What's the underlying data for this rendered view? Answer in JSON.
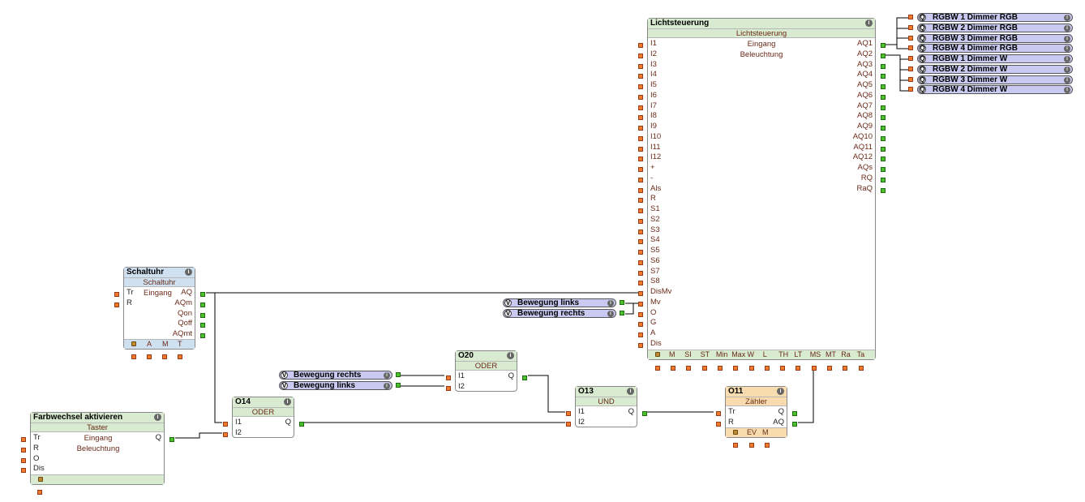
{
  "lichtsteuerung": {
    "title": "Lichtsteuerung",
    "subtitle": "Lichtsteuerung",
    "desc1": "Eingang",
    "desc2": "Beleuchtung",
    "inputs": [
      "I1",
      "I2",
      "I3",
      "I4",
      "I5",
      "I6",
      "I7",
      "I8",
      "I9",
      "I10",
      "I11",
      "I12",
      "+",
      "-",
      "Als",
      "R",
      "S1",
      "S2",
      "S3",
      "S4",
      "S5",
      "S6",
      "S7",
      "S8",
      "DisMv",
      "Mv",
      "O",
      "G",
      "A",
      "Dis"
    ],
    "outputs": [
      "AQ1",
      "AQ2",
      "AQ3",
      "AQ4",
      "AQ5",
      "AQ6",
      "AQ7",
      "AQ8",
      "AQ9",
      "AQ10",
      "AQ11",
      "AQ12",
      "AQs",
      "RQ",
      "RaQ"
    ],
    "footer": [
      "M",
      "SI",
      "ST",
      "Min",
      "Max",
      "W",
      "L",
      "TH",
      "LT",
      "MS",
      "MT",
      "Ra",
      "Ta"
    ]
  },
  "outputs_list": [
    "RGBW 1 Dimmer RGB",
    "RGBW 2 Dimmer RGB",
    "RGBW 3 Dimmer RGB",
    "RGBW 4 Dimmer RGB",
    "RGBW 1 Dimmer W",
    "RGBW 2 Dimmer W",
    "RGBW 3 Dimmer W",
    "RGBW 4 Dimmer W"
  ],
  "output_letter": "Q",
  "var_letter": "V",
  "schaltuhr": {
    "title": "Schaltuhr",
    "subtitle": "Schaltuhr",
    "desc": "Eingang",
    "inputs": [
      "Tr",
      "R"
    ],
    "outputs": [
      "AQ",
      "AQm",
      "Qon",
      "Qoff",
      "AQmt"
    ],
    "footer": [
      "A",
      "M",
      "T"
    ]
  },
  "bewegung_top": [
    "Bewegung links",
    "Bewegung rechts"
  ],
  "bewegung_mid": [
    "Bewegung rechts",
    "Bewegung links"
  ],
  "o20": {
    "title": "O20",
    "subtitle": "ODER",
    "inputs": [
      "I1",
      "I2"
    ],
    "output": "Q"
  },
  "o14": {
    "title": "O14",
    "subtitle": "ODER",
    "inputs": [
      "I1",
      "I2"
    ],
    "output": "Q"
  },
  "o13": {
    "title": "O13",
    "subtitle": "UND",
    "inputs": [
      "I1",
      "I2"
    ],
    "output": "Q"
  },
  "o11": {
    "title": "O11",
    "subtitle": "Zähler",
    "inputs": [
      "Tr",
      "R"
    ],
    "outputs": [
      "Q",
      "AQ"
    ],
    "footer": [
      "EV",
      "M"
    ]
  },
  "farbwechsel": {
    "title": "Farbwechsel aktivieren",
    "subtitle": "Taster",
    "desc1": "Eingang",
    "desc2": "Beleuchtung",
    "inputs": [
      "Tr",
      "R",
      "O",
      "Dis"
    ],
    "output": "Q"
  },
  "colors": {
    "wire": "#000000",
    "header_green": "#d8ead0",
    "header_blue": "#cfe0f0",
    "header_orange": "#f8dcb0",
    "pill": "#c9c9f2",
    "input_pin": "#f07a30",
    "output_pin": "#4bbf2c"
  }
}
